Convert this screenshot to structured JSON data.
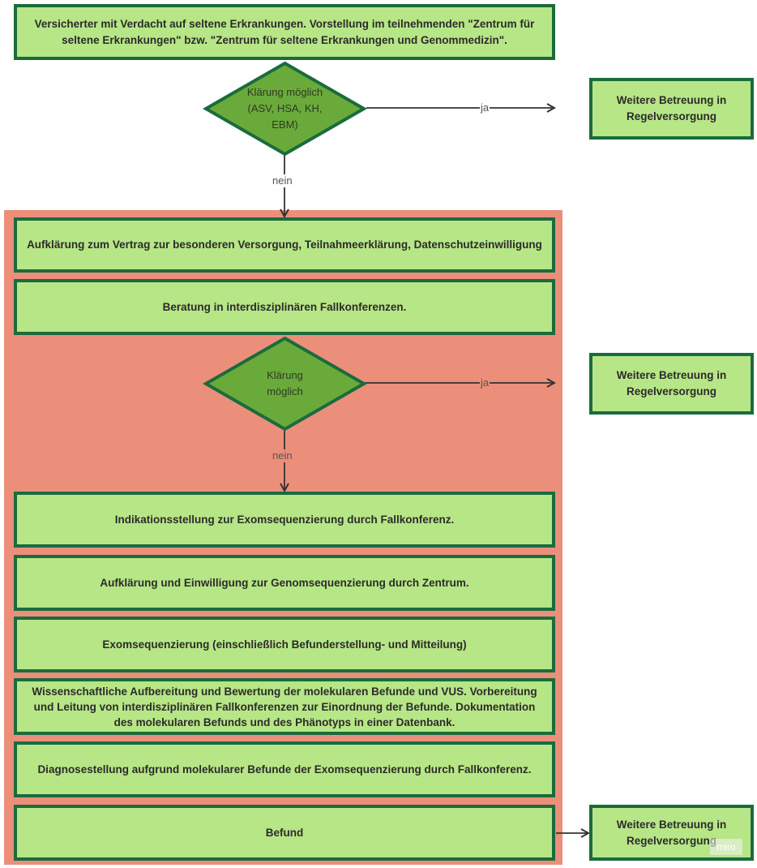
{
  "colors": {
    "box_fill": "#b7e686",
    "box_border": "#1b6b3d",
    "region_fill": "#eb8f7b",
    "diamond_fill": "#6aaa3a",
    "diamond_border": "#1b6b3d",
    "arrow": "#333333"
  },
  "nodes": {
    "start": "Versicherter mit Verdacht auf seltene Erkrankungen. Vorstellung im teilnehmenden \"Zentrum für seltene Erkrankungen\" bzw. \"Zentrum für seltene Erkrankungen und Genommedizin\".",
    "decision1": "Klärung möglich (ASV, HSA, KH, EBM)",
    "regel1": "Weitere Betreuung in Regelversorgung",
    "aufklaerung": "Aufklärung zum Vertrag zur besonderen Versorgung, Teilnahmeerklärung, Datenschutzeinwilligung",
    "beratung": "Beratung in interdisziplinären Fallkonferenzen.",
    "decision2": "Klärung möglich",
    "regel2": "Weitere Betreuung in Regelversorgung",
    "indikation": "Indikationsstellung zur Exomsequenzierung durch Fallkonferenz.",
    "einwilligung": "Aufklärung und Einwilligung zur Genomsequenzierung durch Zentrum.",
    "exom": "Exomsequenzierung (einschließlich Befunderstellung- und Mitteilung)",
    "wissenschaft": "Wissenschaftliche Aufbereitung und Bewertung der molekularen Befunde und VUS. Vorbereitung und Leitung von interdisziplinären Fallkonferenzen zur Einordnung der Befunde. Dokumentation des molekularen Befunds und des Phänotyps in einer Datenbank.",
    "diagnose": "Diagnosestellung aufgrund molekularer Befunde der Exomsequenzierung durch Fallkonferenz.",
    "befund": "Befund",
    "regel3": "Weitere Betreuung in Regelversorgung"
  },
  "edges": {
    "yes1": "ja",
    "no1": "nein",
    "yes2": "ja",
    "no2": "nein"
  },
  "watermark": "miro"
}
